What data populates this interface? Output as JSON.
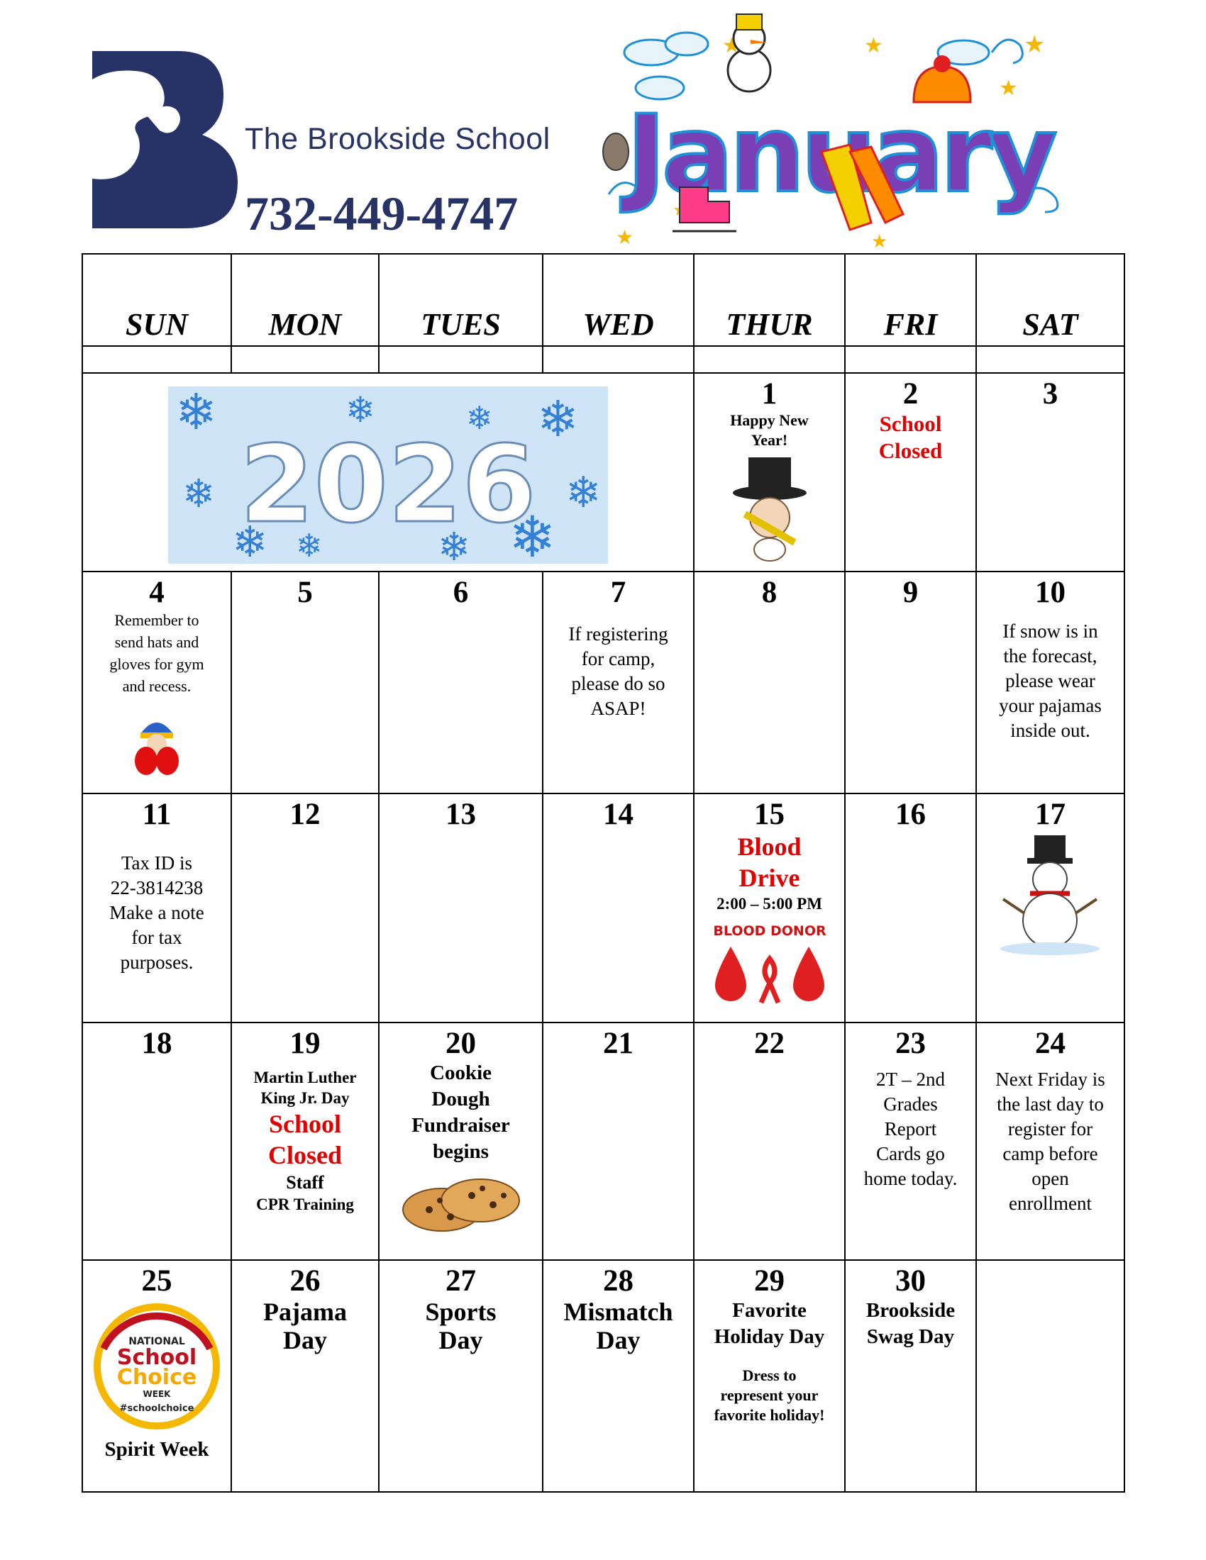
{
  "header": {
    "school_name": "The Brookside School",
    "phone": "732-449-4747",
    "month_title": "January",
    "year_banner": "2026"
  },
  "colors": {
    "brand_navy": "#273366",
    "alert_red": "#e00000"
  },
  "weekdays": [
    "SUN",
    "MON",
    "TUES",
    "WED",
    "THUR",
    "FRI",
    "SAT"
  ],
  "days": {
    "d1": {
      "num": "1",
      "l1": "Happy New",
      "l2": "Year!"
    },
    "d2": {
      "num": "2",
      "l1": "School",
      "l2": "Closed"
    },
    "d3": {
      "num": "3"
    },
    "d4": {
      "num": "4",
      "l1": "Remember to",
      "l2": "send hats and",
      "l3": "gloves for gym",
      "l4": "and recess."
    },
    "d5": {
      "num": "5"
    },
    "d6": {
      "num": "6"
    },
    "d7": {
      "num": "7",
      "l1": "If registering",
      "l2": "for camp,",
      "l3": "please do so",
      "l4": "ASAP!"
    },
    "d8": {
      "num": "8"
    },
    "d9": {
      "num": "9"
    },
    "d10": {
      "num": "10",
      "l1": "If snow is in",
      "l2": "the forecast,",
      "l3": "please wear",
      "l4": "your pajamas",
      "l5": "inside out."
    },
    "d11": {
      "num": "11",
      "l1": "Tax ID is",
      "l2": "22-3814238",
      "l3": "Make a note",
      "l4": "for tax",
      "l5": "purposes."
    },
    "d12": {
      "num": "12"
    },
    "d13": {
      "num": "13"
    },
    "d14": {
      "num": "14"
    },
    "d15": {
      "num": "15",
      "l1": "Blood",
      "l2": "Drive",
      "l3": "2:00 – 5:00 PM",
      "badge": "BLOOD DONOR"
    },
    "d16": {
      "num": "16"
    },
    "d17": {
      "num": "17"
    },
    "d18": {
      "num": "18"
    },
    "d19": {
      "num": "19",
      "l1": "Martin Luther",
      "l2": "King Jr. Day",
      "l3": "School",
      "l4": "Closed",
      "l5": "Staff",
      "l6": "CPR Training"
    },
    "d20": {
      "num": "20",
      "l1": "Cookie",
      "l2": "Dough",
      "l3": "Fundraiser",
      "l4": "begins"
    },
    "d21": {
      "num": "21"
    },
    "d22": {
      "num": "22"
    },
    "d23": {
      "num": "23",
      "l1": "2T – 2nd",
      "l2": "Grades",
      "l3": "Report",
      "l4": "Cards go",
      "l5": "home today."
    },
    "d24": {
      "num": "24",
      "l1": "Next Friday is",
      "l2": "the last day to",
      "l3": "register for",
      "l4": "camp before",
      "l5": "open",
      "l6": "enrollment"
    },
    "d25": {
      "num": "25",
      "l1": "Spirit Week",
      "badge_top": "NATIONAL",
      "badge_school": "School",
      "badge_choice": "Choice",
      "badge_week": "WEEK",
      "badge_tag": "#schoolchoice"
    },
    "d26": {
      "num": "26",
      "l1": "Pajama",
      "l2": "Day"
    },
    "d27": {
      "num": "27",
      "l1": "Sports",
      "l2": "Day"
    },
    "d28": {
      "num": "28",
      "l1": "Mismatch",
      "l2": "Day"
    },
    "d29": {
      "num": "29",
      "l1": "Favorite",
      "l2": "Holiday Day",
      "l3": "Dress to",
      "l4": "represent your",
      "l5": "favorite holiday!"
    },
    "d30": {
      "num": "30",
      "l1": "Brookside",
      "l2": "Swag Day"
    }
  }
}
